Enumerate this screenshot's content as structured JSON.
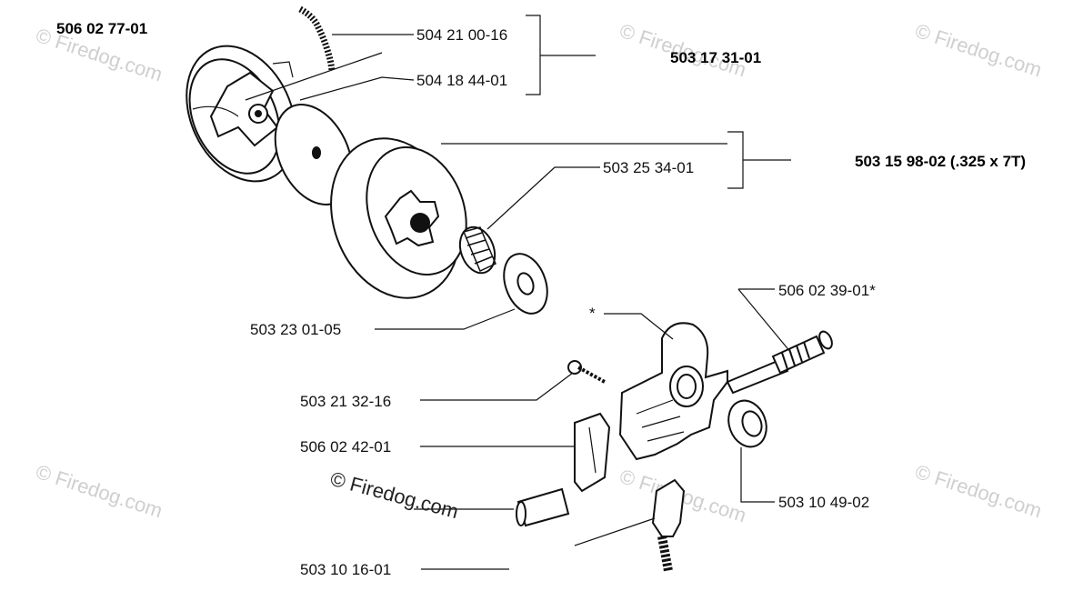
{
  "assembly_labels": {
    "clutch_shoe_set": "506 02 77-01",
    "clutch_kit": "503 17 31-01",
    "clutch_drum_kit": "503 15 98-02 (.325 x 7T)"
  },
  "part_labels": {
    "spring": "504 21 00-16",
    "washer_cover": "504 18 44-01",
    "needle_bearing": "503 25 34-01",
    "washer": "503 23 01-05",
    "worm_gear": "506 02 39-01*",
    "screw": "503 21 32-16",
    "plate": "506 02 42-01",
    "seal": "503 10 49-02",
    "pump_pin": "503 10 16-01",
    "asterisk": "*"
  },
  "watermarks": {
    "small": "© Firedog.com",
    "center": "© Firedog.com"
  }
}
